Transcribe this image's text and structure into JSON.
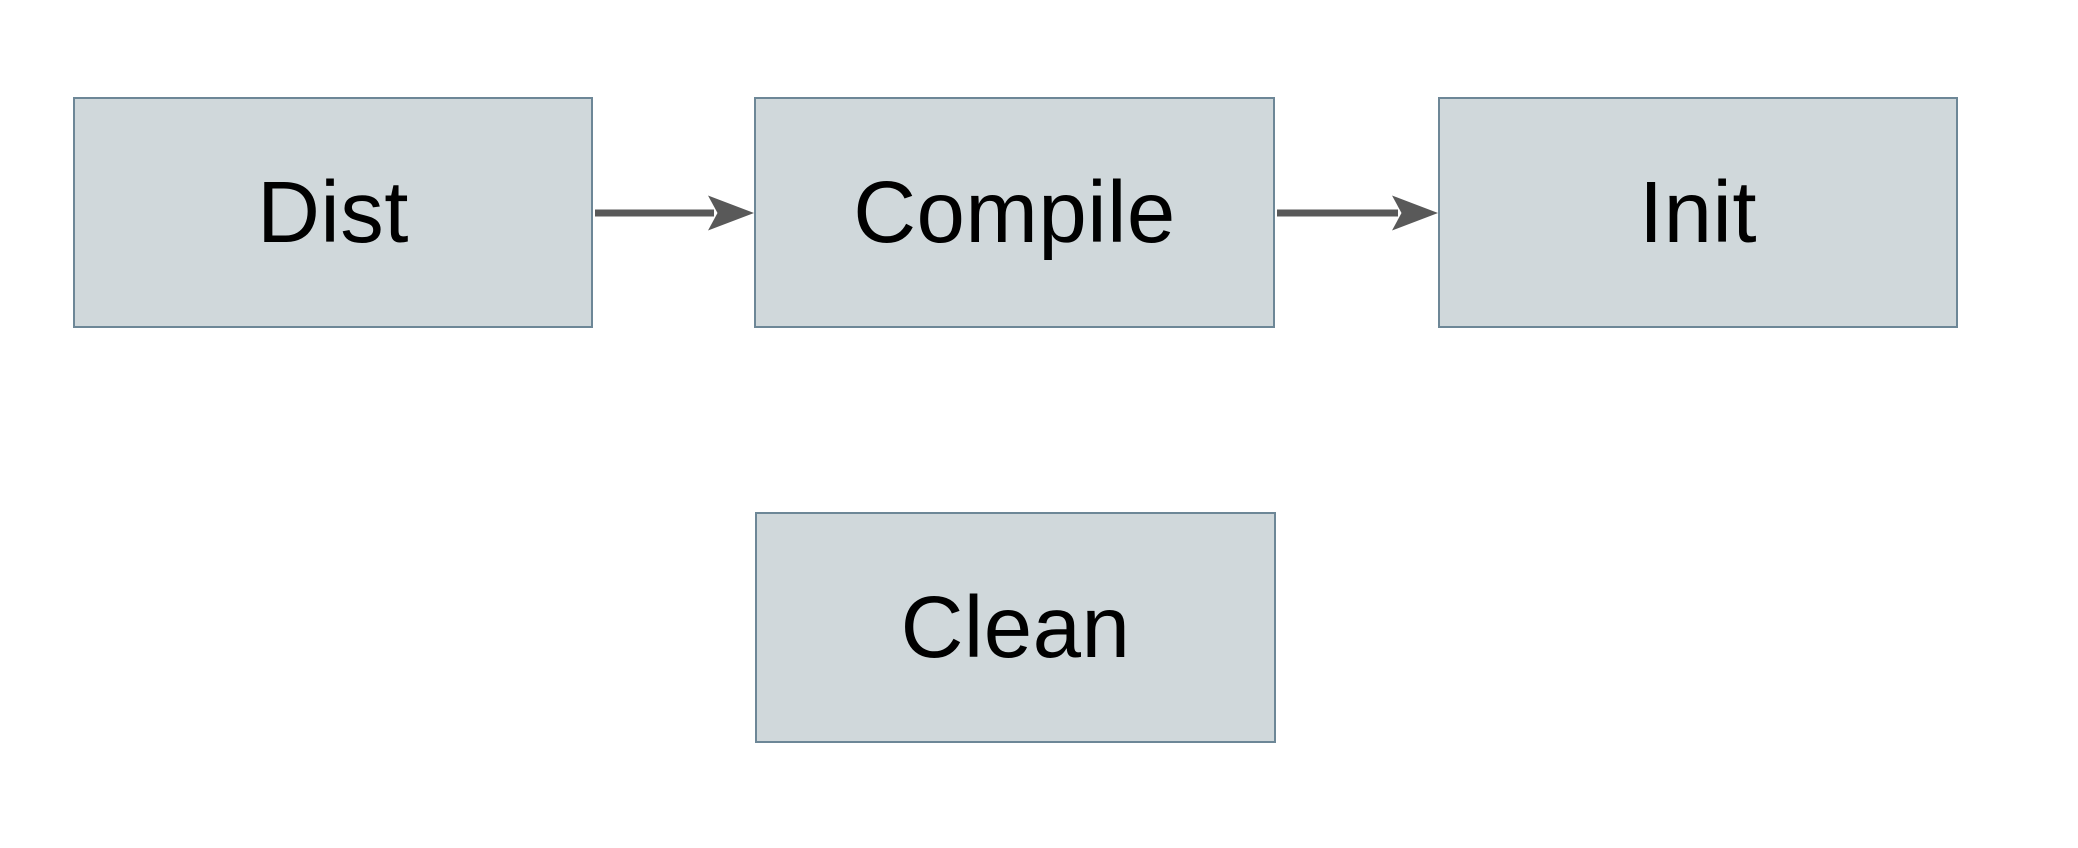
{
  "diagram": {
    "type": "flowchart",
    "nodes": [
      {
        "id": "dist",
        "label": "Dist"
      },
      {
        "id": "compile",
        "label": "Compile"
      },
      {
        "id": "init",
        "label": "Init"
      },
      {
        "id": "clean",
        "label": "Clean"
      }
    ],
    "edges": [
      {
        "from": "Dist",
        "to": "Compile",
        "direction": "right"
      },
      {
        "from": "Compile",
        "to": "Init",
        "direction": "right"
      }
    ],
    "colors": {
      "background": "#ffffff",
      "node_fill": "#d0d8db",
      "node_border": "#6d8797",
      "arrow": "#595959",
      "text": "#000000"
    }
  }
}
